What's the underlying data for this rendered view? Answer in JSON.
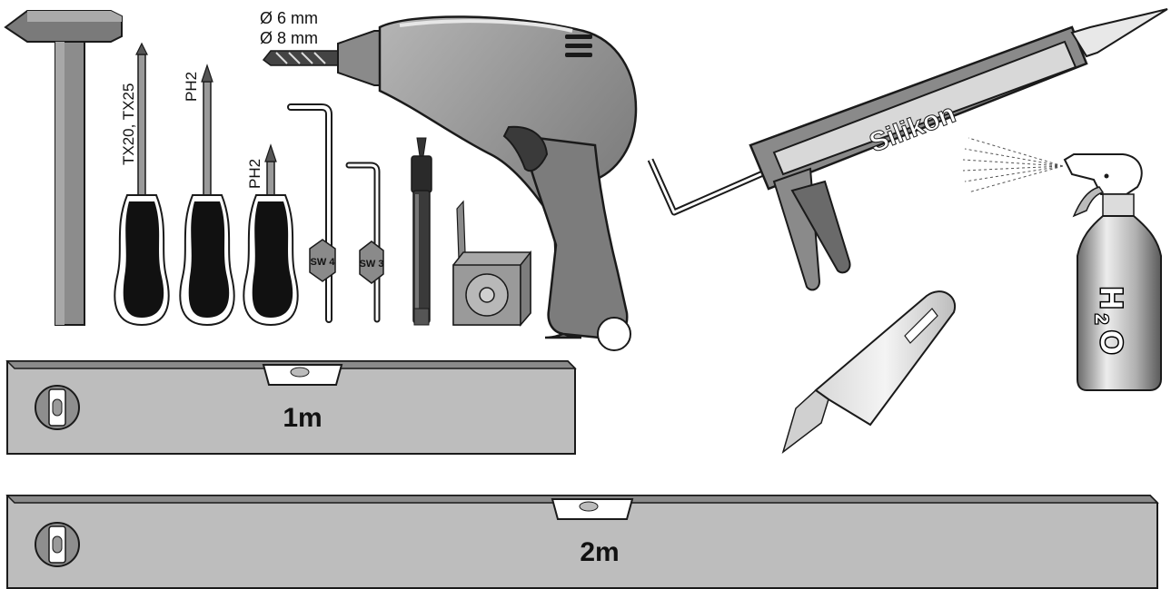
{
  "tools": {
    "hammer": {},
    "screwdriver_torx": {
      "label": "TX20, TX25"
    },
    "screwdriver_ph2_long": {
      "label": "PH2"
    },
    "screwdriver_ph2_short": {
      "label": "PH2"
    },
    "hex_key_large": {
      "label": "SW 4"
    },
    "hex_key_small": {
      "label": "SW 3"
    },
    "marker": {},
    "tape_measure": {},
    "drill": {
      "bit_size_1": "Ø 6 mm",
      "bit_size_2": "Ø 8 mm"
    },
    "caulking_gun": {
      "label": "Silikon"
    },
    "spray_bottle": {
      "label_h": "H",
      "label_2": "2",
      "label_o": "O"
    },
    "utility_knife": {},
    "level_short": {
      "label": "1m"
    },
    "level_long": {
      "label": "2m"
    }
  },
  "colors": {
    "steel_dark": "#6f6f6f",
    "steel_mid": "#9a9a9a",
    "steel_light": "#c8c8c8",
    "handle_black": "#111111",
    "outline": "#1a1a1a"
  }
}
